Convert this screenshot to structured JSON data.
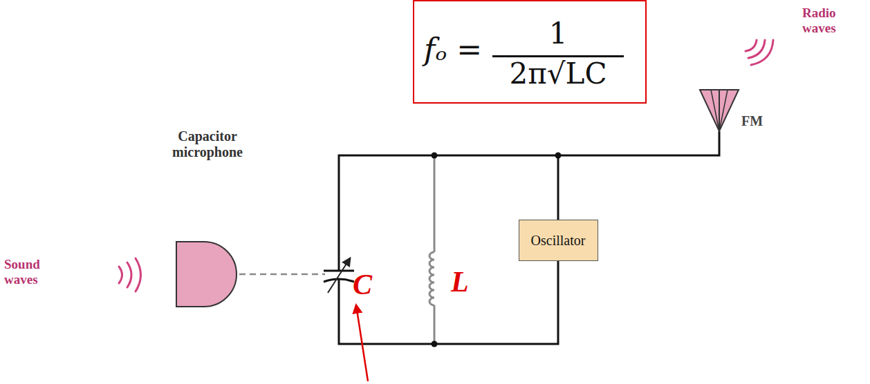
{
  "diagram": {
    "nodes": [
      {
        "text": [
          "fₒ =",
          "1",
          "2π√LC"
        ]
      },
      {
        "text": [
          "Capacitor microphone"
        ]
      },
      {
        "text": [
          "Oscillator"
        ]
      }
    ],
    "labels": [
      "Radio waves",
      "FM",
      "Sound waves",
      "C",
      "L"
    ]
  }
}
